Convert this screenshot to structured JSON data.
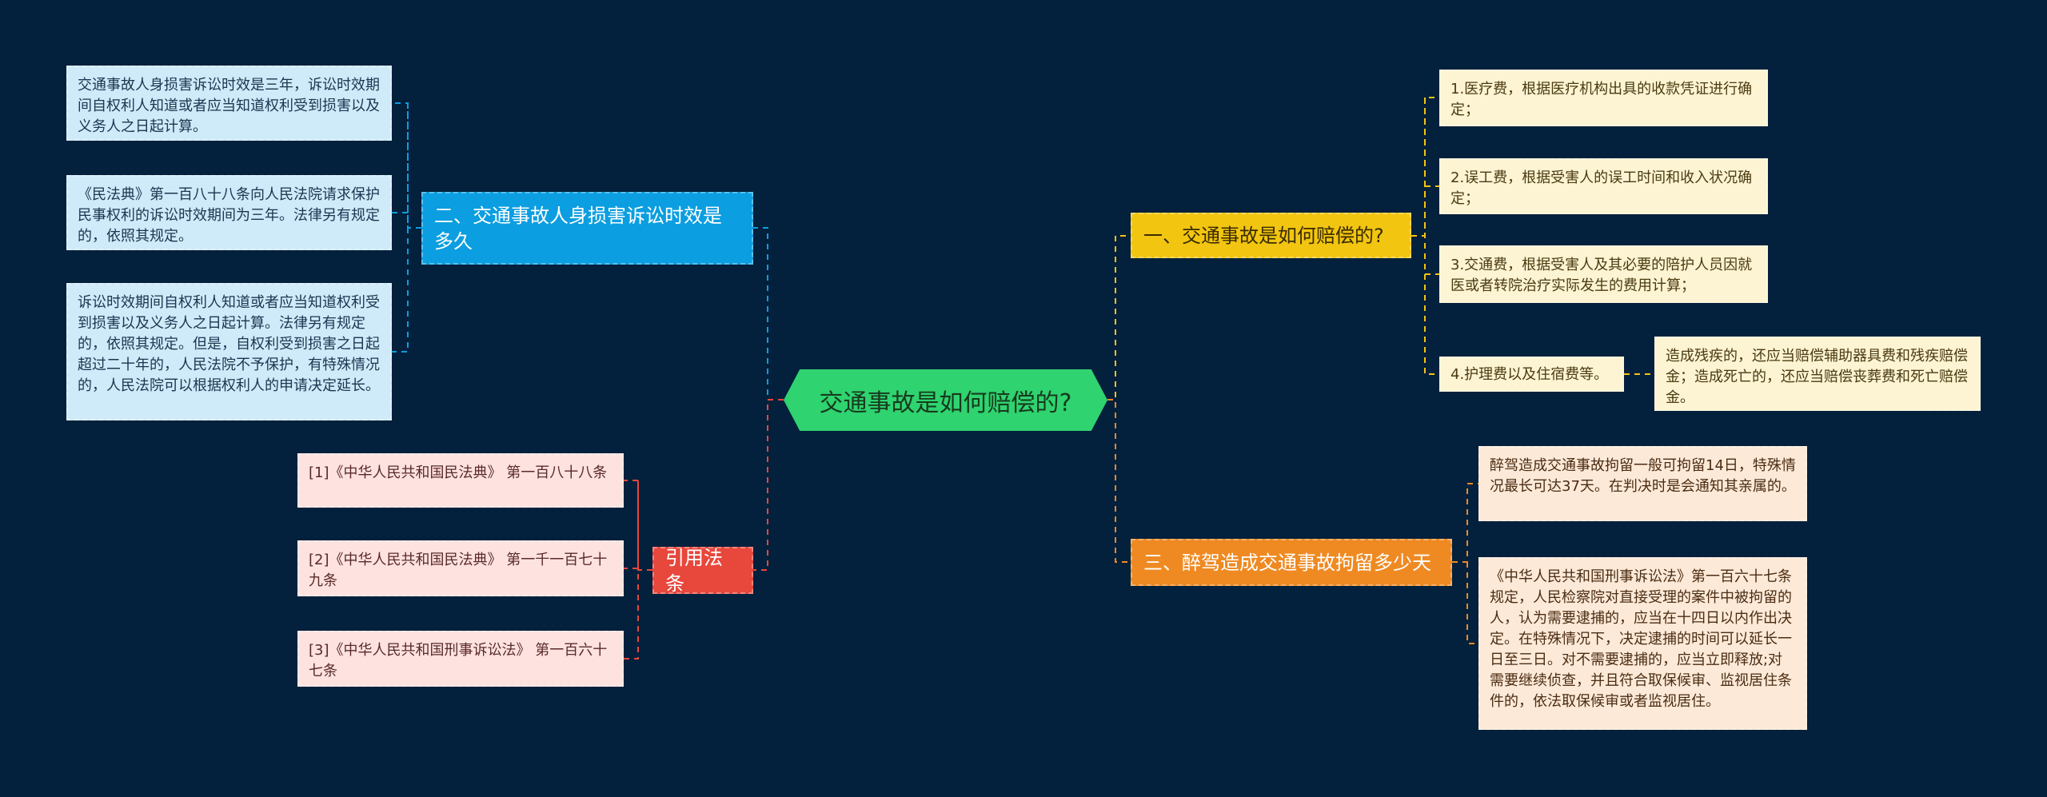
{
  "root": "交通事故是如何赔偿的?",
  "branches": {
    "b1": {
      "title": "一、交通事故是如何赔偿的?",
      "items": [
        "1.医疗费，根据医疗机构出具的收款凭证进行确定；",
        "2.误工费，根据受害人的误工时间和收入状况确定；",
        "3.交通费，根据受害人及其必要的陪护人员因就医或者转院治疗实际发生的费用计算；",
        "4.护理费以及住宿费等。"
      ],
      "sub": "造成残疾的，还应当赔偿辅助器具费和残疾赔偿金；造成死亡的，还应当赔偿丧葬费和死亡赔偿金。"
    },
    "b2": {
      "title": "二、交通事故人身损害诉讼时效是多久",
      "items": [
        "交通事故人身损害诉讼时效是三年，诉讼时效期间自权利人知道或者应当知道权利受到损害以及义务人之日起计算。",
        "《民法典》第一百八十八条向人民法院请求保护民事权利的诉讼时效期间为三年。法律另有规定的，依照其规定。",
        "诉讼时效期间自权利人知道或者应当知道权利受到损害以及义务人之日起计算。法律另有规定的，依照其规定。但是，自权利受到损害之日起超过二十年的，人民法院不予保护，有特殊情况的，人民法院可以根据权利人的申请决定延长。"
      ]
    },
    "b3": {
      "title": "三、醉驾造成交通事故拘留多少天",
      "items": [
        "醉驾造成交通事故拘留一般可拘留14日，特殊情况最长可达37天。在判决时是会通知其亲属的。",
        "《中华人民共和国刑事诉讼法》第一百六十七条规定，人民检察院对直接受理的案件中被拘留的人，认为需要逮捕的，应当在十四日以内作出决定。在特殊情况下，决定逮捕的时间可以延长一日至三日。对不需要逮捕的，应当立即释放;对需要继续侦查，并且符合取保候审、监视居住条件的，依法取保候审或者监视居住。"
      ]
    },
    "b4": {
      "title": "引用法条",
      "items": [
        "[1]《中华人民共和国民法典》 第一百八十八条",
        "[2]《中华人民共和国民法典》 第一千一百七十九条",
        "[3]《中华人民共和国刑事诉讼法》 第一百六十七条"
      ]
    }
  },
  "colors": {
    "bg": "#03203c",
    "root": "#2fd36f",
    "b1": "#f2c511",
    "b2": "#0b9ee0",
    "b3": "#ef8a22",
    "b4": "#e8473c"
  }
}
